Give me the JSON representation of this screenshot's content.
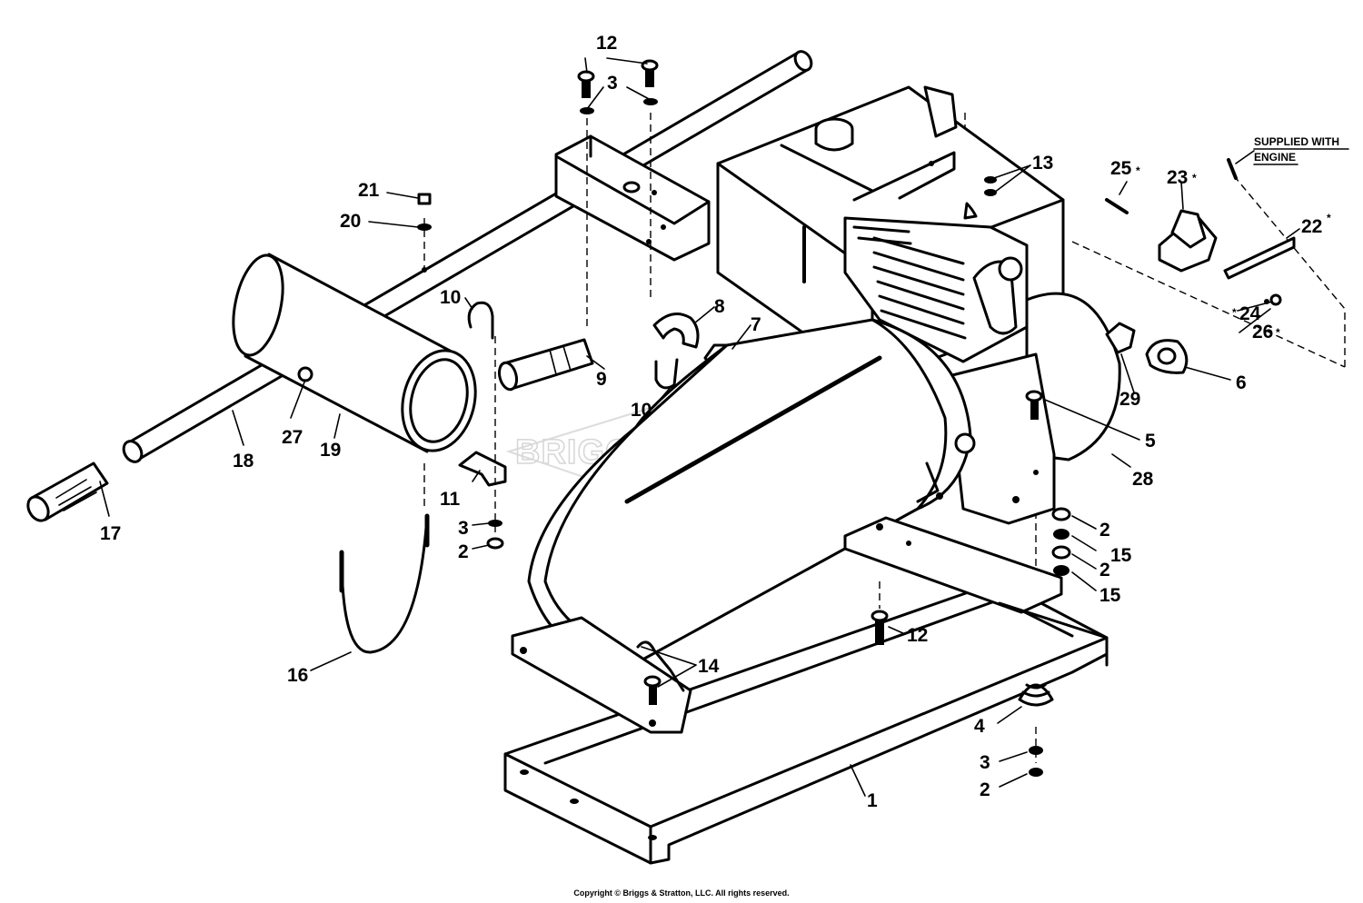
{
  "brand_watermark": "BRIGGS&STRATTON",
  "note": {
    "line1": "SUPPLIED WITH",
    "line2": "ENGINE"
  },
  "callouts": {
    "c1": "1",
    "c2a": "2",
    "c2b": "2",
    "c2c": "2",
    "c2d": "2",
    "c3a": "3",
    "c3b": "3",
    "c3c": "3",
    "c4": "4",
    "c5": "5",
    "c6": "6",
    "c7": "7",
    "c8": "8",
    "c9": "9",
    "c10a": "10",
    "c10b": "10",
    "c11": "11",
    "c12a": "12",
    "c12b": "12",
    "c13": "13",
    "c14": "14",
    "c15a": "15",
    "c15b": "15",
    "c16": "16",
    "c17": "17",
    "c18": "18",
    "c19": "19",
    "c20": "20",
    "c21": "21",
    "c22": "22",
    "c22s": "*",
    "c23": "23",
    "c23s": "*",
    "c24": "24",
    "c24s": "*",
    "c25": "25",
    "c25s": "*",
    "c26": "26",
    "c26s": "*",
    "c27": "27",
    "c28": "28",
    "c29": "29"
  },
  "copyright": "Copyright © Briggs & Stratton, LLC. All rights reserved."
}
